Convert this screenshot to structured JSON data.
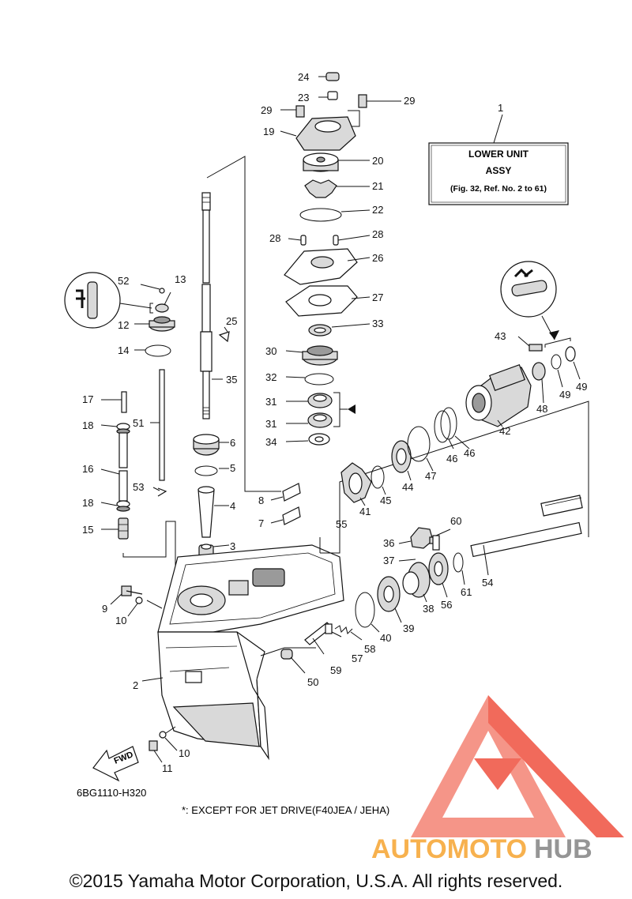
{
  "diagram": {
    "callout_box": {
      "line1": "LOWER UNIT",
      "line2": "ASSY",
      "line3": "(Fig. 32, Ref. No. 2 to 61)"
    },
    "drawing_code": "6BG1110-H320",
    "footnote": "*: EXCEPT FOR JET DRIVE(F40JEA / JEHA)",
    "fwd_label": "FWD",
    "watermark": {
      "part1": "AUTOMOTO",
      "part2": "HUB",
      "color_red": "#f05a4a",
      "color_orange": "#f7a93b",
      "color_gray": "#8a8a8a"
    },
    "labels": {
      "n1": "1",
      "n2": "2",
      "n3": "3",
      "n4": "4",
      "n5": "5",
      "n6": "6",
      "n7": "7",
      "n8": "8",
      "n9": "9",
      "n10a": "10",
      "n10b": "10",
      "n11": "11",
      "n12": "12",
      "n13": "13",
      "n14": "14",
      "n15": "15",
      "n16": "16",
      "n17": "17",
      "n18a": "18",
      "n18b": "18",
      "n19": "19",
      "n20": "20",
      "n21": "21",
      "n22": "22",
      "n23": "23",
      "n24": "24",
      "n25": "25",
      "n26": "26",
      "n27": "27",
      "n28a": "28",
      "n28b": "28",
      "n29a": "29",
      "n29b": "29",
      "n30": "30",
      "n31a": "31",
      "n31b": "31",
      "n32": "32",
      "n33": "33",
      "n34": "34",
      "n35": "35",
      "n36": "36",
      "n37": "37",
      "n38": "38",
      "n39": "39",
      "n40": "40",
      "n41": "41",
      "n42": "42",
      "n43": "43",
      "n44": "44",
      "n45": "45",
      "n46a": "46",
      "n46b": "46",
      "n47": "47",
      "n48": "48",
      "n49a": "49",
      "n49b": "49",
      "n50": "50",
      "n51": "51",
      "n52": "52",
      "n53": "53",
      "n54": "54",
      "n55": "55",
      "n56": "56",
      "n57": "57",
      "n58": "58",
      "n59": "59",
      "n60": "60",
      "n61": "61"
    }
  },
  "copyright": "©2015 Yamaha Motor Corporation, U.S.A. All rights reserved."
}
